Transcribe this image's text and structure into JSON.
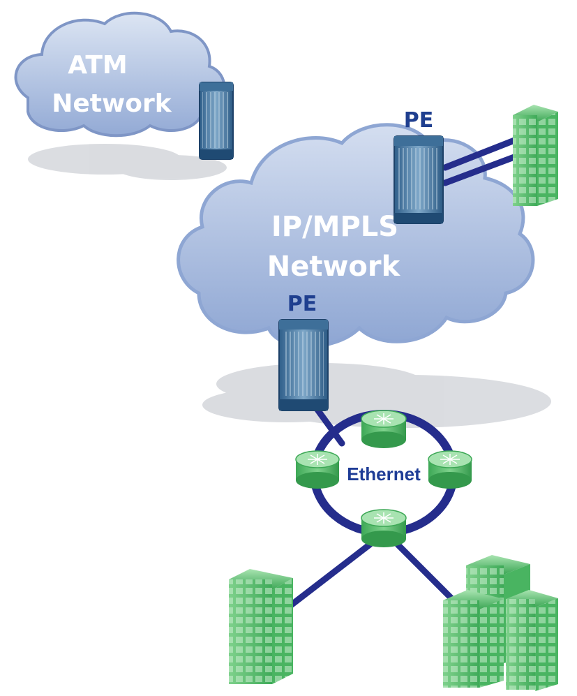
{
  "clouds": {
    "atm": {
      "line1": "ATM",
      "line2": "Network"
    },
    "ipmpls": {
      "line1": "IP/MPLS",
      "line2": "Network"
    }
  },
  "labels": {
    "pe_top": "PE",
    "pe_bottom": "PE",
    "ethernet": "Ethernet"
  },
  "colors": {
    "cloud_fill": "#a9bde0",
    "cloud_edge": "#8aa2cf",
    "link": "#252d8c",
    "router_green": "#5fc472",
    "building_green": "#4db866",
    "chassis": "#4e80a8",
    "label_blue": "#1f3f8f"
  }
}
